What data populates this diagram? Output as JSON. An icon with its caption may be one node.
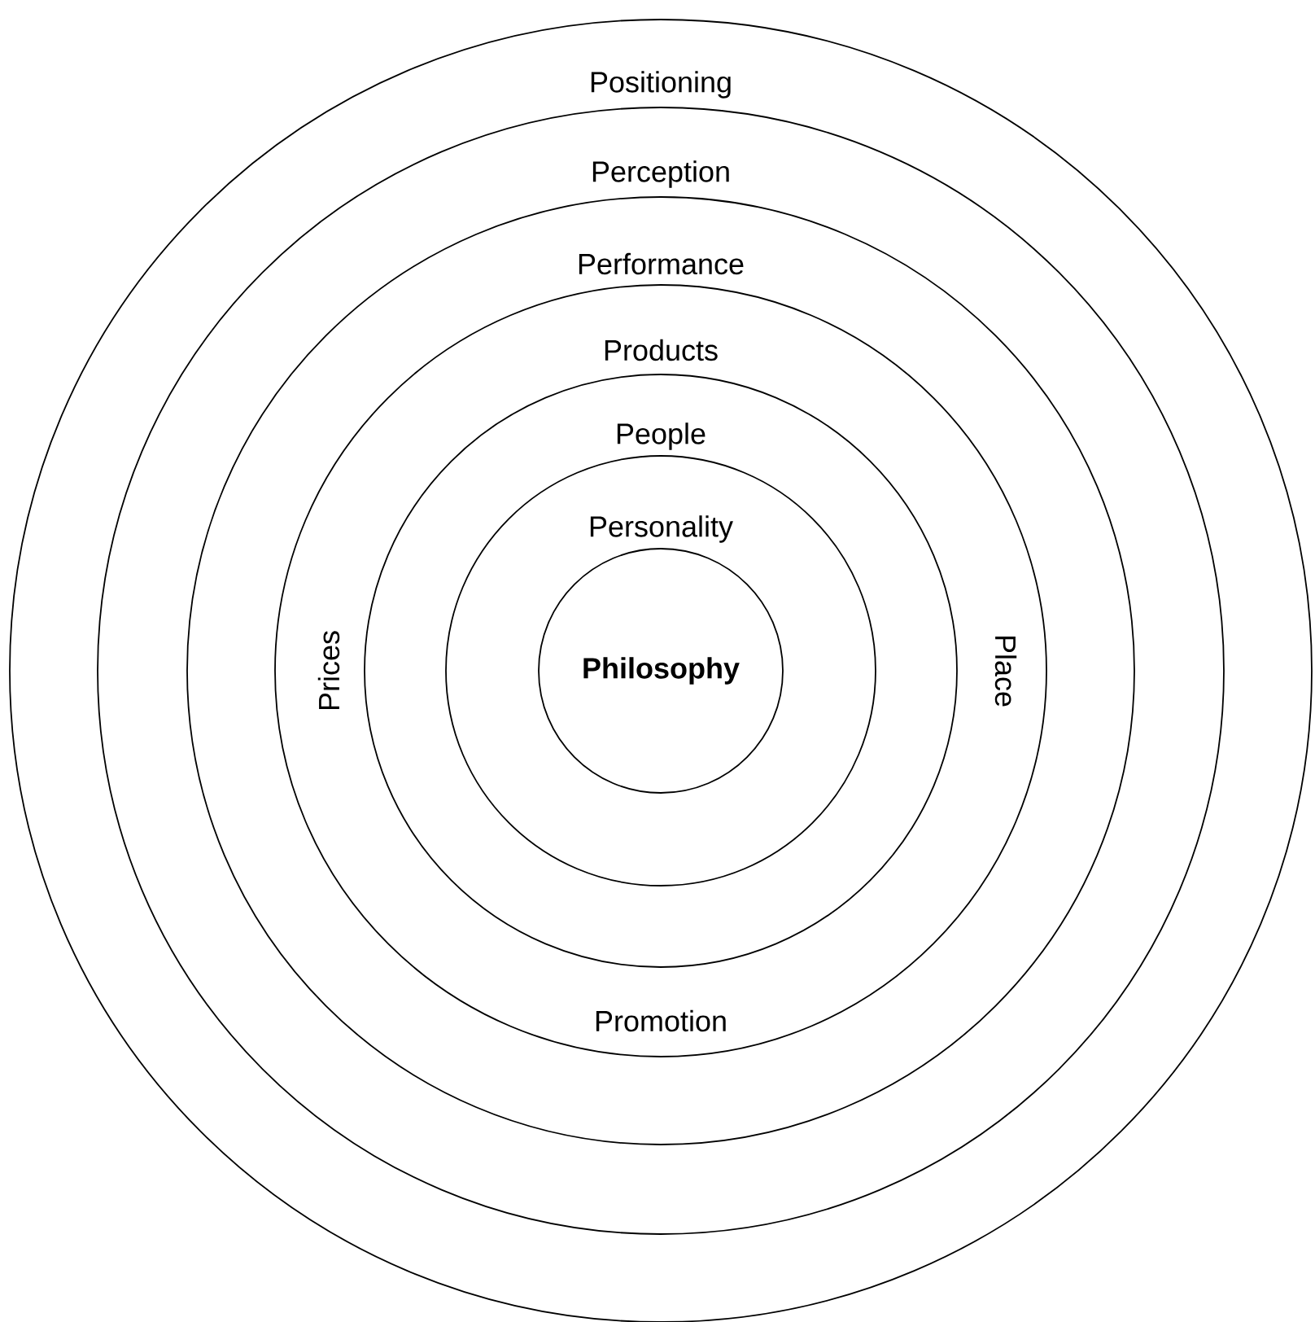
{
  "diagram": {
    "nodes": [
      {
        "text": [
          "Positioning"
        ]
      },
      {
        "text": [
          "Perception"
        ],
        "in": 0
      },
      {
        "text": [
          "Performance"
        ],
        "in": 1
      },
      {
        "text": [
          "Products",
          "Prices",
          "Place",
          "Promotion"
        ],
        "in": 2
      },
      {
        "text": [
          "People"
        ],
        "in": 3
      },
      {
        "text": [
          "Personality"
        ],
        "in": 4
      },
      {
        "text": [
          "Philosophy"
        ],
        "in": 5
      }
    ]
  }
}
